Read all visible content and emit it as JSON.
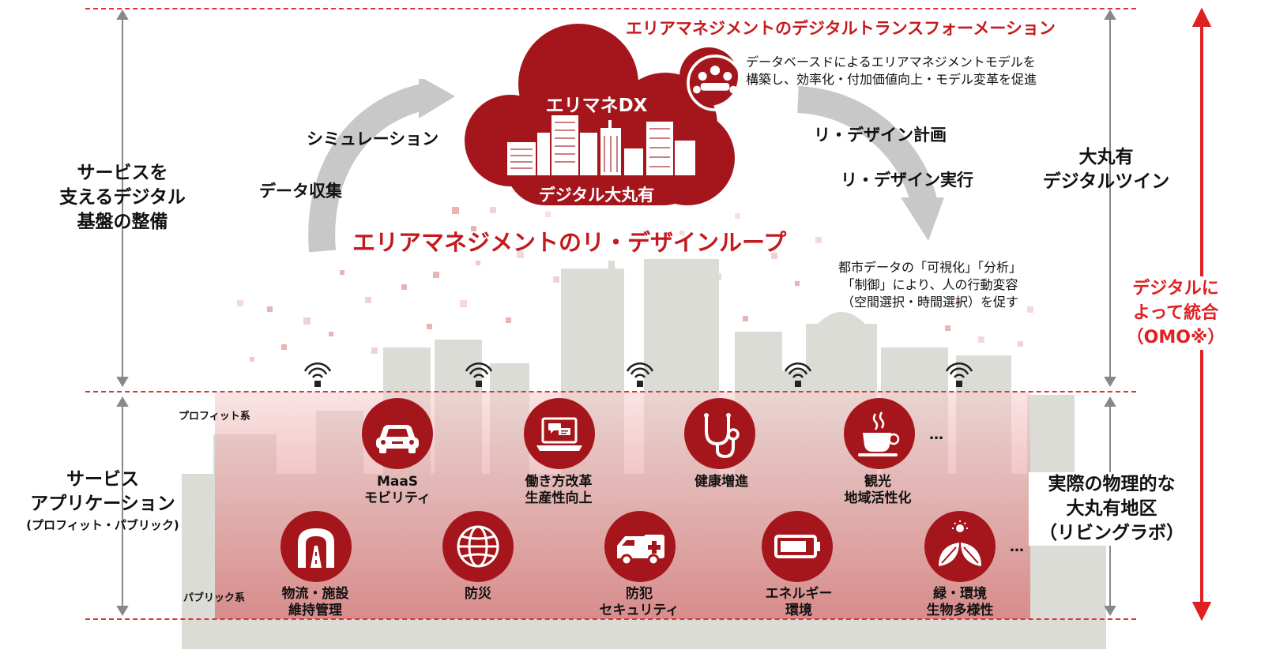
{
  "header_title": "エリアマネジメントのデジタルトランスフォーメーション",
  "cloud": {
    "top": "エリマネDX",
    "bottom": "デジタル大丸有"
  },
  "dx_description": [
    "データベースドによるエリアマネジメントモデルを",
    "構築し、効率化・付加価値向上・モデル変革を促進"
  ],
  "loop_title": "エリアマネジメントのリ・デザインループ",
  "loop_left": {
    "simulation": "シミュレーション",
    "data_collection": "データ収集"
  },
  "loop_right": {
    "plan": "リ・デザイン計画",
    "execute": "リ・デザイン実行"
  },
  "city_note": [
    "都市データの「可視化」「分析」",
    "「制御」により、人の行動変容",
    "（空間選択・時間選択）を促す"
  ],
  "left_labels": {
    "digital": [
      "サービスを",
      "支えるデジタル",
      "基盤の整備"
    ],
    "service": [
      "サービス",
      "アプリケーション"
    ],
    "service_sub": "(プロフィット・パブリック)"
  },
  "right_labels": {
    "twin": [
      "大丸有",
      "デジタルツイン"
    ],
    "physical": [
      "実際の物理的な",
      "大丸有地区",
      "（リビングラボ）"
    ],
    "omo": [
      "デジタルに",
      "よって統合",
      "（OMO※）"
    ]
  },
  "category_labels": {
    "profit": "プロフィット系",
    "public": "パブリック系"
  },
  "ellipsis": "…",
  "profit_services": [
    {
      "icon": "car-icon",
      "label": [
        "MaaS",
        "モビリティ"
      ]
    },
    {
      "icon": "laptop-icon",
      "label": [
        "働き方改革",
        "生産性向上"
      ]
    },
    {
      "icon": "stethoscope-icon",
      "label": [
        "健康増進",
        ""
      ]
    },
    {
      "icon": "coffee-cup-icon",
      "label": [
        "観光",
        "地域活性化"
      ]
    }
  ],
  "public_services": [
    {
      "icon": "tunnel-road-icon",
      "label": [
        "物流・施設",
        "維持管理"
      ]
    },
    {
      "icon": "globe-icon",
      "label": [
        "防災",
        ""
      ]
    },
    {
      "icon": "ambulance-icon",
      "label": [
        "防犯",
        "セキュリティ"
      ]
    },
    {
      "icon": "battery-icon",
      "label": [
        "エネルギー",
        "環境"
      ]
    },
    {
      "icon": "leaf-sun-icon",
      "label": [
        "緑・環境",
        "生物多様性"
      ]
    }
  ],
  "colors": {
    "accent": "#a4161c",
    "bright_red": "#e02020",
    "gray_arrow": "#c8c8c8",
    "building": "#dcdcd6"
  }
}
